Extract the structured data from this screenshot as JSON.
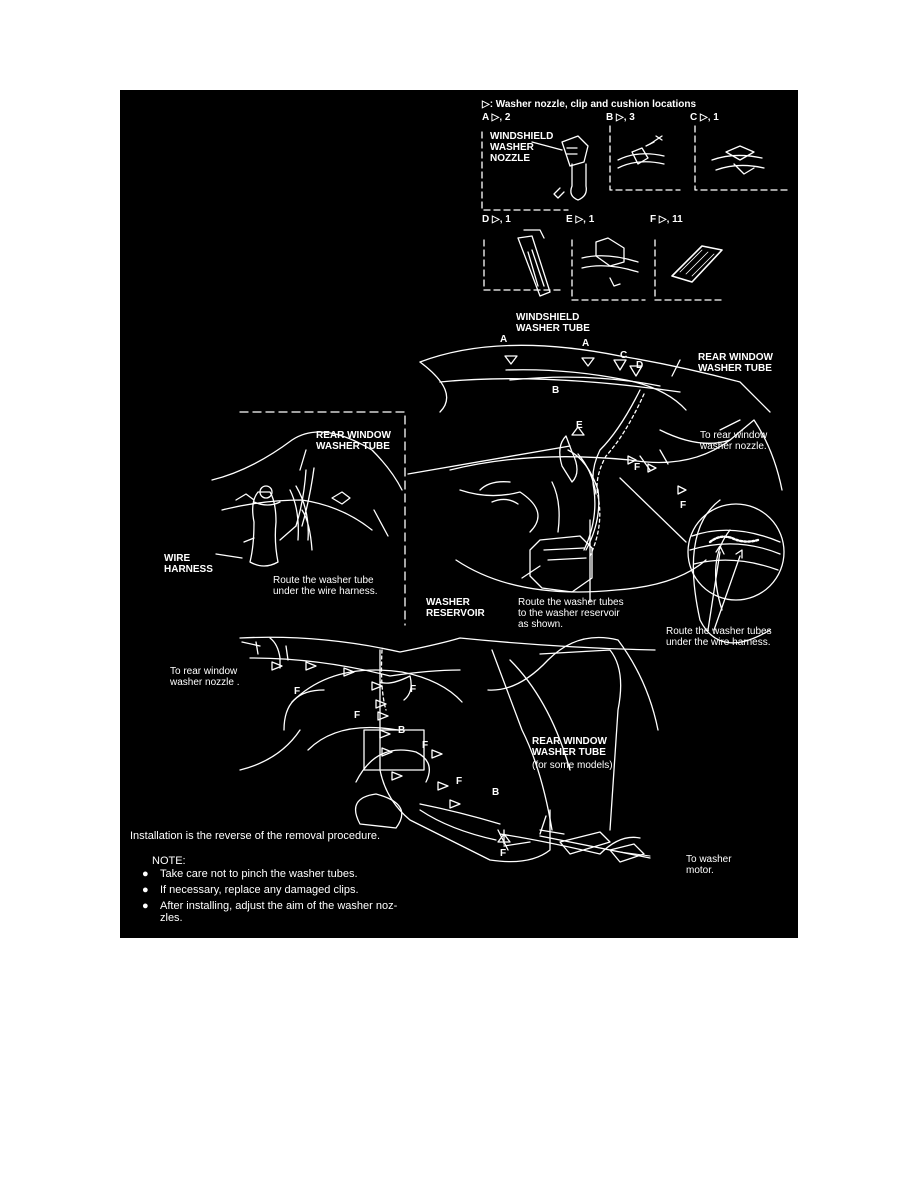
{
  "colors": {
    "page_bg": "#ffffff",
    "panel_bg": "#000000",
    "line": "#ffffff"
  },
  "header": {
    "legend": "▷: Washer nozzle, clip and cushion locations",
    "a": "A ▷, 2",
    "b": "B ▷, 3",
    "c": "C ▷, 1",
    "d": "D ▷, 1",
    "e": "E ▷, 1",
    "f": "F ▷, 11",
    "nozzle_label": "WINDSHIELD\nWASHER\nNOZZLE"
  },
  "engine_bay": {
    "windshield_tube": "WINDSHIELD\nWASHER TUBE",
    "rear_tube_right": "REAR WINDOW\nWASHER TUBE",
    "to_rear_nozzle": "To rear window\nwasher nozzle.",
    "inset_rear_tube": "REAR WINDOW\nWASHER TUBE",
    "wire_harness": "WIRE\nHARNESS",
    "route_under": "Route the washer tube\nunder the wire harness.",
    "reservoir": "WASHER\nRESERVOIR",
    "route_to_reservoir": "Route the washer tubes\nto the washer reservoir\nas shown.",
    "route_tubes_under": "Route the washer tubes\nunder the wire harness.",
    "callouts": {
      "a": "A",
      "b": "B",
      "c": "C",
      "d": "D",
      "e": "E",
      "f": "F"
    }
  },
  "rear": {
    "to_rear_nozzle": "To rear window\nwasher nozzle .",
    "rear_tube": "REAR WINDOW\nWASHER TUBE",
    "some_models": "(for some models)",
    "to_motor": "To washer\nmotor.",
    "callouts": {
      "b": "B",
      "f": "F"
    }
  },
  "install": {
    "text": "Installation is the reverse of the removal procedure.",
    "note_label": "NOTE:",
    "notes": [
      "Take care not to pinch the washer tubes.",
      "If necessary, replace any damaged clips.",
      "After installing, adjust the aim of the washer noz-\nzles."
    ]
  }
}
